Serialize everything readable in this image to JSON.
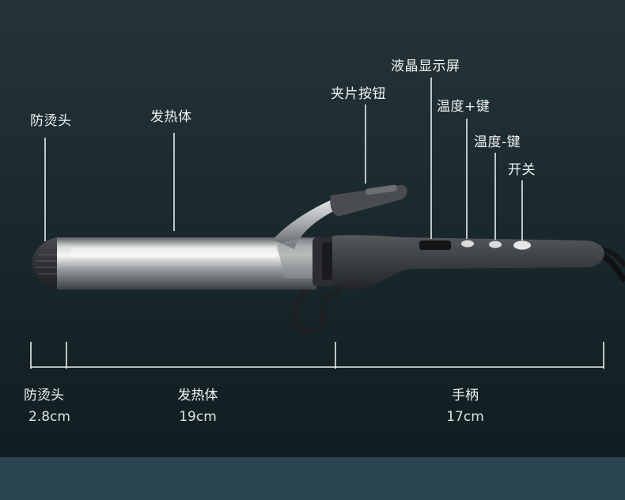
{
  "callouts": {
    "tip": "防烫头",
    "heater": "发热体",
    "clip_button": "夹片按钮",
    "lcd": "液晶显示屏",
    "temp_up": "温度+键",
    "temp_down": "温度-键",
    "power": "开关"
  },
  "dimensions": [
    {
      "label": "防烫头",
      "value": "2.8cm"
    },
    {
      "label": "发热体",
      "value": "19cm"
    },
    {
      "label": "手柄",
      "value": "17cm"
    }
  ],
  "colors": {
    "background_top": "#243438",
    "background_bottom": "#0f1c1f",
    "band": "#2a4450",
    "handle": "#3a3c3e",
    "barrel": "#b9bcbe"
  }
}
